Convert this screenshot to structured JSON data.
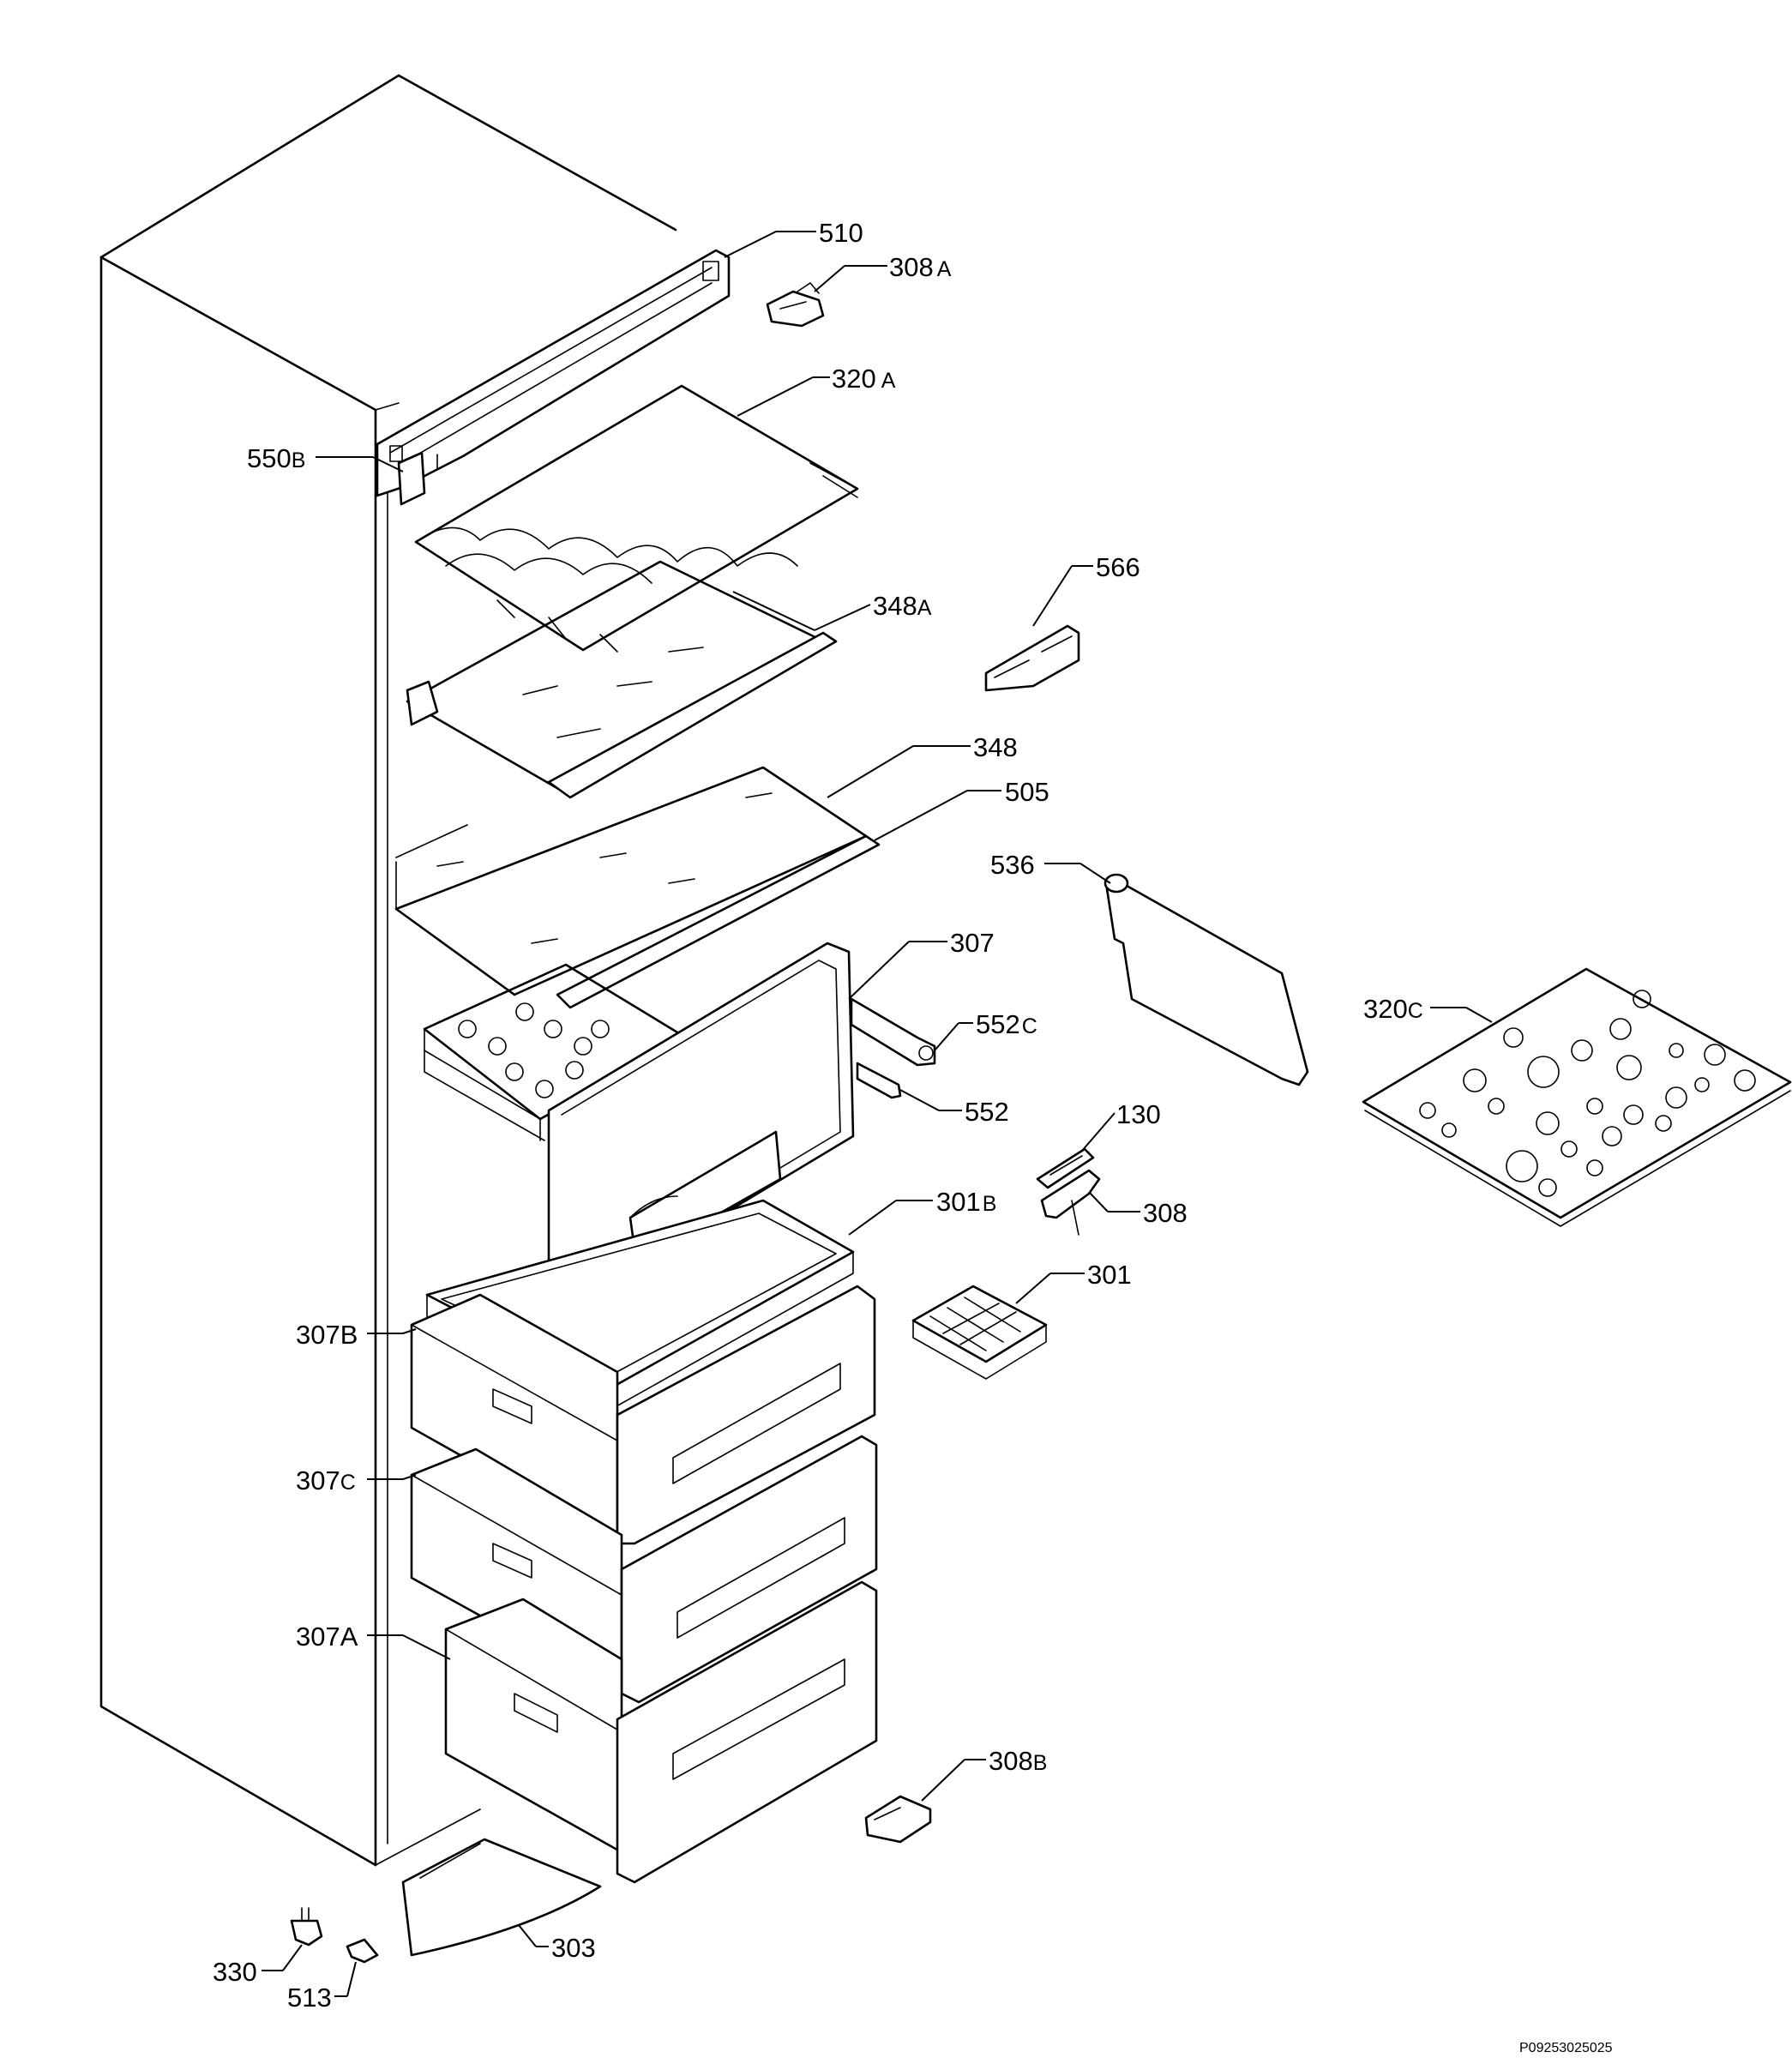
{
  "diagram": {
    "reference_code": "P09253025025",
    "callouts": [
      {
        "id": "510",
        "number": "510",
        "suffix": ""
      },
      {
        "id": "308A",
        "number": "308",
        "suffix": "A"
      },
      {
        "id": "320A",
        "number": "320",
        "suffix": "A"
      },
      {
        "id": "550B",
        "number": "550",
        "suffix": "B"
      },
      {
        "id": "566",
        "number": "566",
        "suffix": ""
      },
      {
        "id": "348A",
        "number": "348",
        "suffix": "A"
      },
      {
        "id": "348",
        "number": "348",
        "suffix": ""
      },
      {
        "id": "505",
        "number": "505",
        "suffix": ""
      },
      {
        "id": "536",
        "number": "536",
        "suffix": ""
      },
      {
        "id": "307",
        "number": "307",
        "suffix": ""
      },
      {
        "id": "552C",
        "number": "552",
        "suffix": "C"
      },
      {
        "id": "320C",
        "number": "320",
        "suffix": "C"
      },
      {
        "id": "552",
        "number": "552",
        "suffix": ""
      },
      {
        "id": "130",
        "number": "130",
        "suffix": ""
      },
      {
        "id": "308",
        "number": "308",
        "suffix": ""
      },
      {
        "id": "301B",
        "number": "301",
        "suffix": "B"
      },
      {
        "id": "301",
        "number": "301",
        "suffix": ""
      },
      {
        "id": "307B",
        "number": "307B",
        "suffix": ""
      },
      {
        "id": "307C",
        "number": "307",
        "suffix": "C"
      },
      {
        "id": "307A",
        "number": "307A",
        "suffix": ""
      },
      {
        "id": "308B",
        "number": "308",
        "suffix": "B"
      },
      {
        "id": "303",
        "number": "303",
        "suffix": ""
      },
      {
        "id": "330",
        "number": "330",
        "suffix": ""
      },
      {
        "id": "513",
        "number": "513",
        "suffix": ""
      }
    ]
  }
}
